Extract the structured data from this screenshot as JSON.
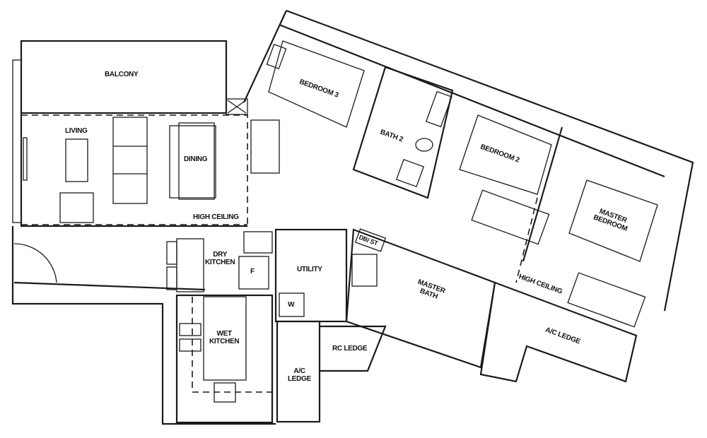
{
  "floorplan": {
    "rooms": {
      "balcony": "BALCONY",
      "living": "LIVING",
      "dining": "DINING",
      "high_ceiling_living": "HIGH CEILING",
      "bedroom3": "BEDROOM 3",
      "bath2": "BATH 2",
      "bedroom2": "BEDROOM 2",
      "master_bedroom": "MASTER\nBEDROOM",
      "high_ceiling_master": "HIGH CEILING",
      "dry_kitchen": "DRY\nKITCHEN",
      "fridge": "F",
      "utility": "UTILITY",
      "washer": "W",
      "wet_kitchen": "WET\nKITCHEN",
      "db_st": "DB/ ST",
      "master_bath": "MASTER\nBATH",
      "rc_ledge": "RC LEDGE",
      "ac_ledge_small": "A/C\nLEDGE",
      "ac_ledge_large": "A/C LEDGE"
    },
    "colors": {
      "line": "#1a1a1a",
      "background": "#ffffff"
    }
  }
}
